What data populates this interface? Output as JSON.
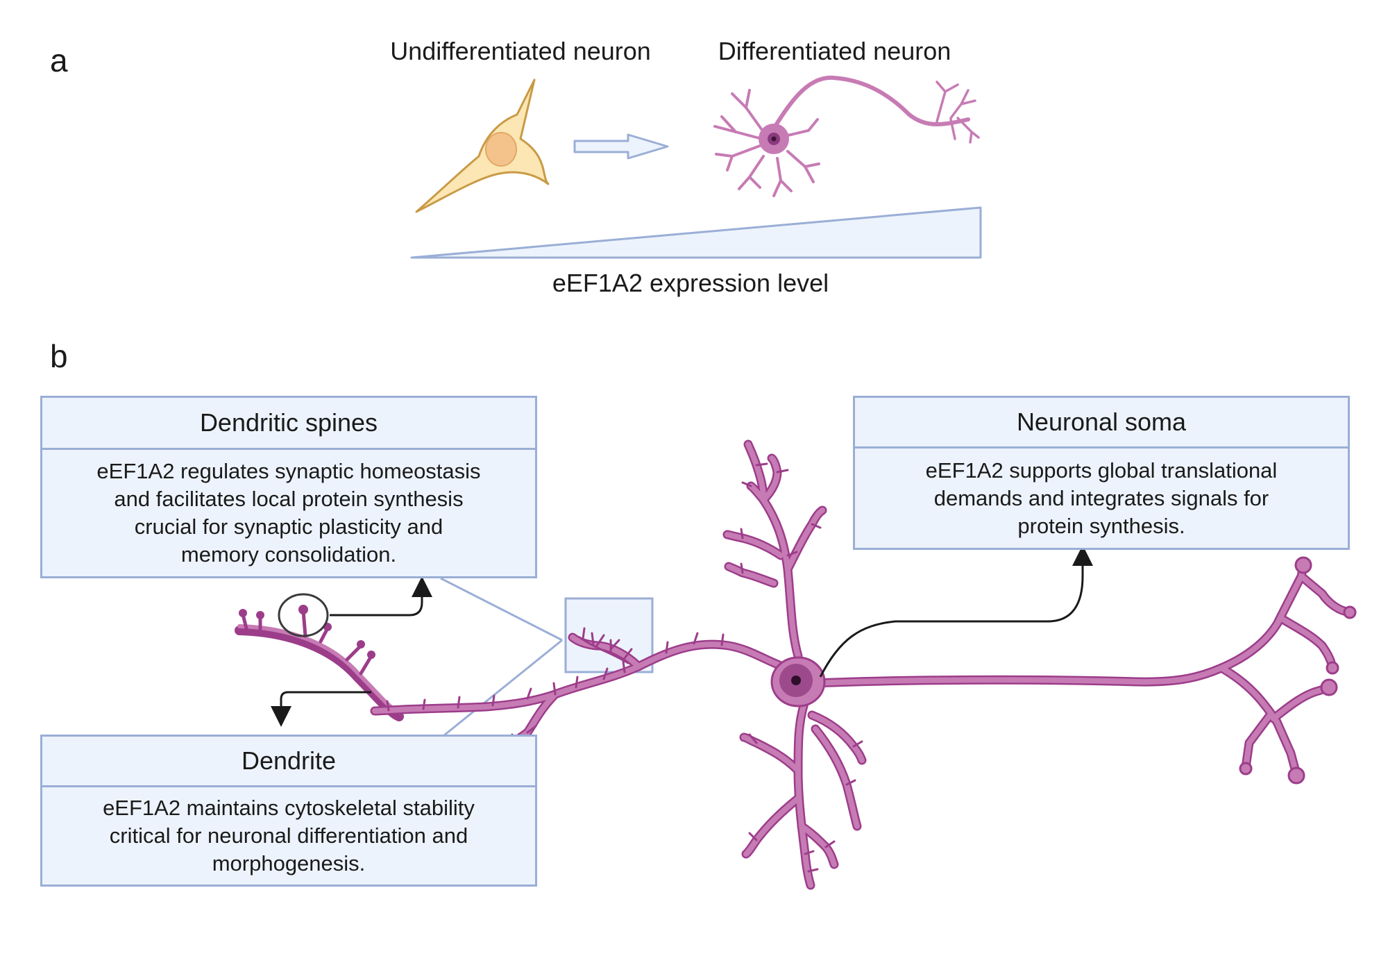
{
  "panel_a": {
    "letter": "a",
    "undiff_label": "Undifferentiated neuron",
    "diff_label": "Differentiated neuron",
    "expression_label": "eEF1A2 expression level"
  },
  "panel_b": {
    "letter": "b",
    "spines_box": {
      "title": "Dendritic spines",
      "lines": [
        "eEF1A2 regulates synaptic homeostasis",
        "and facilitates local protein synthesis",
        "crucial for synaptic plasticity and",
        "memory consolidation."
      ]
    },
    "soma_box": {
      "title": "Neuronal soma",
      "lines": [
        "eEF1A2 supports global translational",
        "demands and integrates signals for",
        "protein synthesis."
      ]
    },
    "dendrite_box": {
      "title": "Dendrite",
      "lines": [
        "eEF1A2 maintains cytoskeletal stability",
        "critical for neuronal differentiation and",
        "morphogenesis."
      ]
    }
  },
  "colors": {
    "box_border": "#9aaed6",
    "box_fill": "#edf3fc",
    "neuron_fill": "#c77bb4",
    "neuron_stroke": "#9c3d8a",
    "undiff_fill": "#fbe6b4",
    "undiff_stroke": "#c99a45",
    "arrow_black": "#1a1a1a"
  }
}
